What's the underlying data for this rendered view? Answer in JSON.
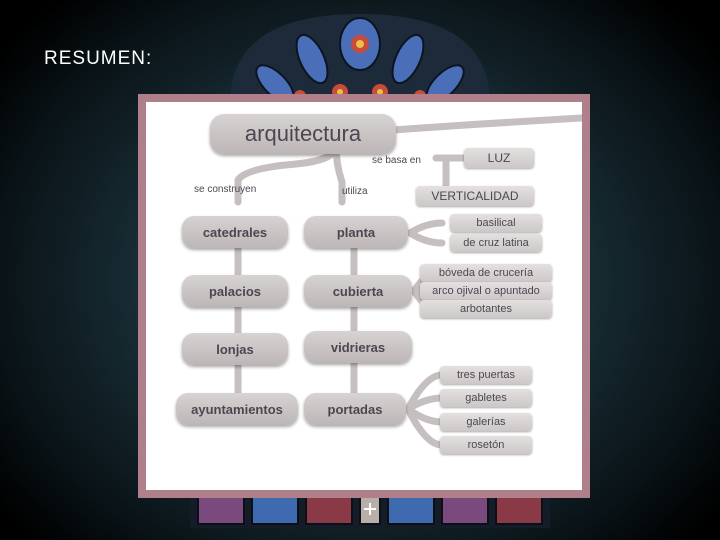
{
  "slide": {
    "title": "RESUMEN:"
  },
  "diagram": {
    "root": "arquitectura",
    "labels": {
      "based_on": "se basa en",
      "built": "se construyen",
      "uses": "utiliza"
    },
    "based_on_items": [
      "LUZ",
      "VERTICALIDAD"
    ],
    "buildings": [
      "catedrales",
      "palacios",
      "lonjas",
      "ayuntamientos"
    ],
    "elements": [
      "planta",
      "cubierta",
      "vidrieras",
      "portadas"
    ],
    "planta_types": [
      "basilical",
      "de cruz latina"
    ],
    "cubierta_types": [
      "bóveda de crucería",
      "arco ojival o apuntado",
      "arbotantes"
    ],
    "portada_parts": [
      "tres puertas",
      "gabletes",
      "galerías",
      "rosetón"
    ]
  },
  "colors": {
    "frame": "#b07f8c",
    "node": "#c9c4c4",
    "line": "#c6bfc0",
    "text": "#4b4750"
  }
}
